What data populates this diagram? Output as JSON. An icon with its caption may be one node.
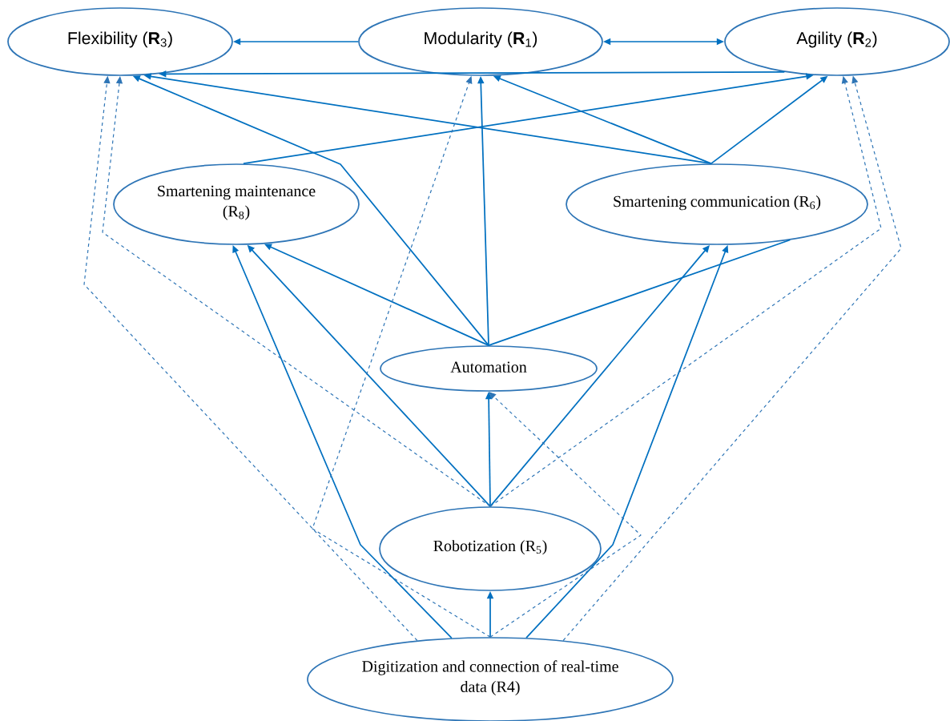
{
  "diagram": {
    "nodes": [
      {
        "text": [
          "Flexibility (**R**$_{3}$)"
        ]
      },
      {
        "text": [
          "Modularity (**R**$_{1}$)"
        ]
      },
      {
        "text": [
          "Agility (**R**$_{2}$)"
        ]
      },
      {
        "text": [
          "Smartening maintenance (R$_{8}$)"
        ]
      },
      {
        "text": [
          "Smartening communication  (R$_{6}$)"
        ]
      },
      {
        "text": [
          "Automation"
        ]
      },
      {
        "text": [
          "Robotization (R$_{5}$)"
        ]
      },
      {
        "text": [
          "Digitization and connection of real-time data (R4)"
        ]
      }
    ],
    "edges": [
      {
        "from": 1,
        "to": 0,
        "arrow": "to"
      },
      {
        "from": 1,
        "to": 2,
        "arrow": "both"
      },
      {
        "from": 2,
        "to": 0,
        "arrow": "to"
      },
      {
        "from": 4,
        "to": 0,
        "arrow": "to"
      },
      {
        "from": 4,
        "to": 1,
        "arrow": "to"
      },
      {
        "from": 4,
        "to": 2,
        "arrow": "to"
      },
      {
        "from": 3,
        "to": 2,
        "arrow": "to"
      },
      {
        "from": 5,
        "to": 1,
        "arrow": "to"
      },
      {
        "from": 5,
        "to": 0,
        "arrow": "to"
      },
      {
        "from": 5,
        "to": 3,
        "arrow": "to"
      },
      {
        "from": 5,
        "to": 4,
        "arrow": "none"
      },
      {
        "from": 6,
        "to": 5,
        "arrow": "to"
      },
      {
        "from": 6,
        "to": 3,
        "arrow": "to"
      },
      {
        "from": 6,
        "to": 4,
        "arrow": "to"
      },
      {
        "from": 7,
        "to": 3,
        "arrow": "to"
      },
      {
        "from": 7,
        "to": 4,
        "arrow": "to"
      },
      {
        "from": 7,
        "to": 6,
        "arrow": "to"
      },
      {
        "from": 7,
        "to": 1,
        "arrow": "to",
        "style": "dashed"
      },
      {
        "from": 7,
        "to": 0,
        "arrow": "to",
        "style": "dashed"
      },
      {
        "from": 7,
        "to": 5,
        "arrow": "to",
        "style": "dashed"
      },
      {
        "from": 7,
        "to": 2,
        "arrow": "to",
        "style": "dashed"
      },
      {
        "from": 6,
        "to": 0,
        "arrow": "to",
        "style": "dashed"
      },
      {
        "from": 6,
        "to": 2,
        "arrow": "to",
        "style": "dashed"
      }
    ]
  }
}
